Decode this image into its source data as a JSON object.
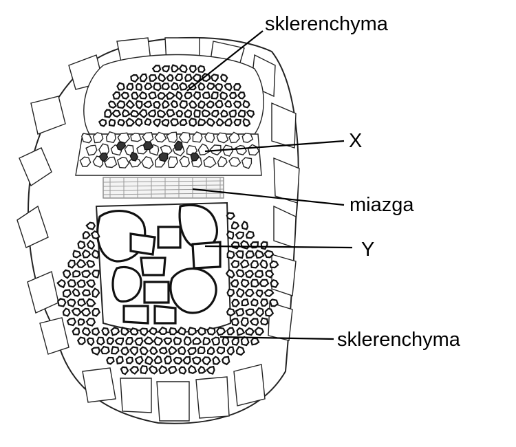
{
  "labels": {
    "sclerenchyma_top": "sklerenchyma",
    "x": "X",
    "cambium": "miazga",
    "y": "Y",
    "sclerenchyma_bottom": "sklerenchyma"
  }
}
